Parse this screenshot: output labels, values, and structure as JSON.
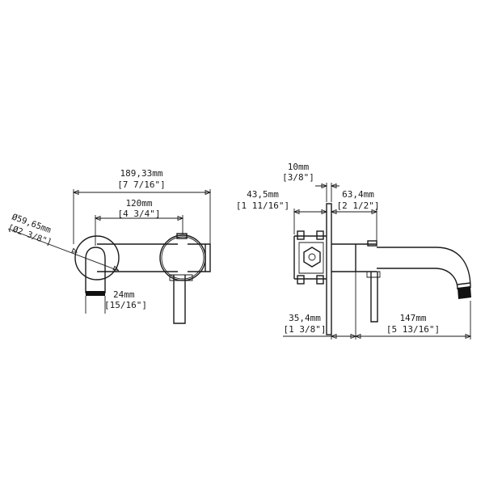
{
  "front_view": {
    "overall_width": {
      "metric": "189,33mm",
      "imperial": "[7 7/16\"]"
    },
    "center_distance": {
      "metric": "120mm",
      "imperial": "[4 3/4\"]"
    },
    "plate_diameter": {
      "metric": "Ø59,65mm",
      "imperial": "[Ø2 3/8\"]"
    },
    "spout_diameter": {
      "metric": "24mm",
      "imperial": "[15/16\"]"
    }
  },
  "side_view": {
    "plate_thickness": {
      "metric": "10mm",
      "imperial": "[3/8\"]"
    },
    "body_depth_max": {
      "metric": "43,5mm",
      "imperial": "[1 11/16\"]"
    },
    "projection_to_lever": {
      "metric": "63,4mm",
      "imperial": "[2 1/2\"]"
    },
    "body_depth_min": {
      "metric": "35,4mm",
      "imperial": "[1 3/8\"]"
    },
    "spout_reach": {
      "metric": "147mm",
      "imperial": "[5 13/16\"]"
    }
  }
}
